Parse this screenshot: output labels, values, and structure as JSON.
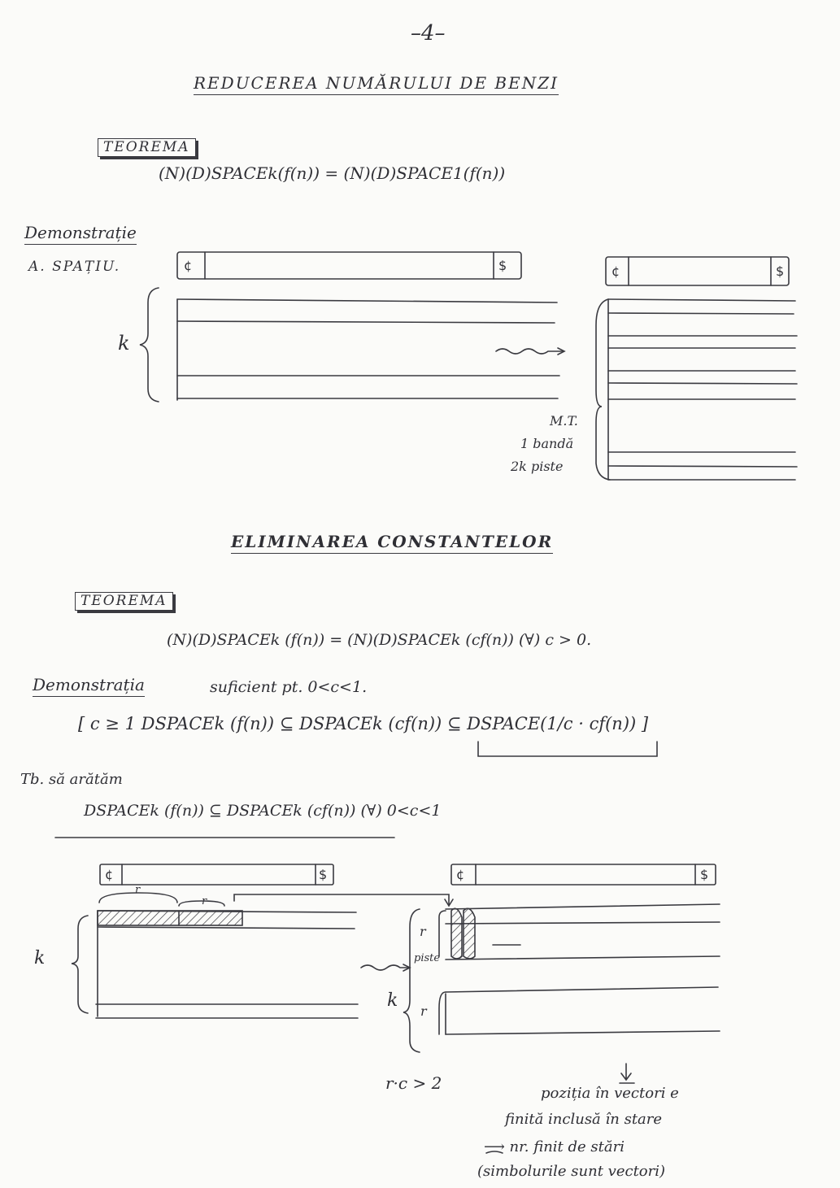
{
  "page_number": "–4–",
  "section1": {
    "title": "REDUCEREA NUMĂRULUI DE BENZI",
    "theorem_label": "TEOREMA",
    "theorem_formula": "(N)(D)SPACEk(f(n)) = (N)(D)SPACE1(f(n))",
    "proof_label": "Demonstrație",
    "proof_sub": "A. SPAȚIU.",
    "tape_start": "¢",
    "tape_end": "$",
    "k_label": "k",
    "mt_line1": "M.T.",
    "mt_line2": "1 bandă",
    "mt_line3": "2k piste"
  },
  "section2": {
    "title": "ELIMINAREA CONSTANTELOR",
    "theorem_label": "TEOREMA",
    "theorem_formula": "(N)(D)SPACEk (f(n)) = (N)(D)SPACEk (cf(n)) (∀) c > 0.",
    "proof_label": "Demonstrația",
    "proof_note": "suficient pt. 0<c<1.",
    "bracket_formula": "[ c ≥ 1   DSPACEk (f(n)) ⊆ DSPACEk (cf(n)) ⊆ DSPACE(1/c · cf(n)) ]",
    "show_label": "Tb. să arătăm",
    "show_formula": "DSPACEk (f(n)) ⊆ DSPACEk (cf(n)) (∀) 0<c<1",
    "r_label": "r",
    "piste_label": "piste",
    "condition": "r·c > 2",
    "note_line1": "poziția în vectori e",
    "note_line2": "finită inclusă în stare",
    "note_line3": "⟶ nr. finit de stări",
    "note_line4": "(simbolurile sunt vectori)"
  }
}
